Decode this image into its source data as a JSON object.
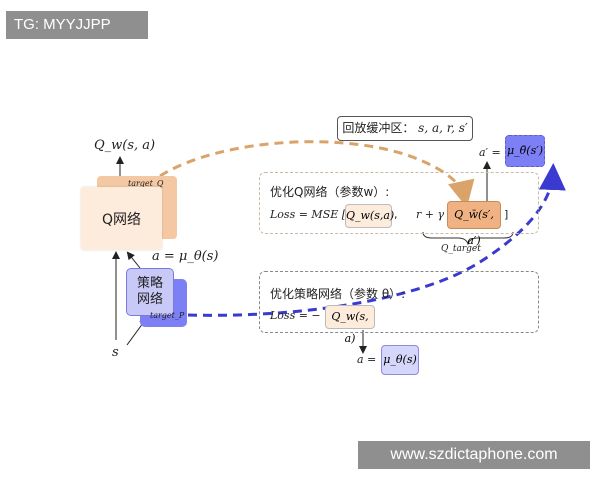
{
  "watermarks": {
    "top": "TG: MYYJJPP",
    "bottom": "www.szdictaphone.com"
  },
  "left": {
    "q_output": "Q_w(s, a)",
    "q_network": "Q网络",
    "target_q": "target_Q",
    "action_eq": "a = μ_θ(s)",
    "policy_network_line1": "策略",
    "policy_network_line2": "网络",
    "target_p": "target_P",
    "state": "s"
  },
  "buffer": {
    "label": "回放缓冲区：",
    "items": "s, a, r, s′"
  },
  "target_action": {
    "label": "a′ =",
    "term": "μ_θ̄(s′)"
  },
  "q_panel": {
    "title": "优化Q网络（参数w）:",
    "loss_lhs": "Loss = MSE [",
    "q_term": "Q_w(s,a)",
    "comma": ",",
    "reward": "r + γ",
    "target_term": "Q_w̄(s′, a′)",
    "bracket_close": "]",
    "q_target": "Q_target"
  },
  "policy_panel": {
    "title": "优化策略网络（参数 θ）:",
    "loss_lhs": "Loss = −",
    "q_term": "Q_w(s, a)",
    "action_label": "a =",
    "action_term": "μ_θ(s)"
  },
  "colors": {
    "orange_arrow": "#d9a36a",
    "blue_arrow": "#3a3ad0",
    "q_light": "#fdebdc",
    "q_dark": "#f3c8a2",
    "policy_light": "#c9c9f8",
    "policy_dark": "#7d7ff5"
  }
}
